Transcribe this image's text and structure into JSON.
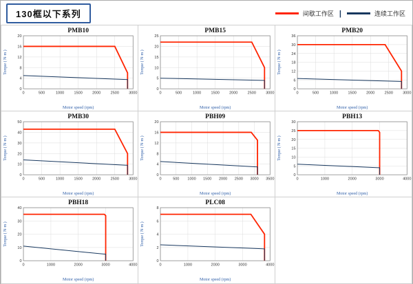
{
  "header": {
    "title": "130框以下系列",
    "legend_separator": "|",
    "legend": [
      {
        "label": "间歇工作区",
        "color": "#ff2400"
      },
      {
        "label": "连续工作区",
        "color": "#17375e"
      }
    ]
  },
  "chart_data": [
    {
      "type": "line",
      "title": "PMB10",
      "xlabel": "Motor speed (rpm)",
      "ylabel": "Torque ( N·m )",
      "xlim": [
        0,
        3000
      ],
      "ylim": [
        0,
        20
      ],
      "xticks": [
        0,
        500,
        1000,
        1500,
        2000,
        2500,
        3000
      ],
      "yticks": [
        0,
        4,
        8,
        12,
        16,
        20
      ],
      "grid": true,
      "legend_position": "none",
      "series": [
        {
          "name": "间歇工作区",
          "color": "#ff2400",
          "points": [
            [
              0,
              16
            ],
            [
              2500,
              16
            ],
            [
              2850,
              6
            ],
            [
              2850,
              0
            ]
          ]
        },
        {
          "name": "连续工作区",
          "color": "#17375e",
          "points": [
            [
              0,
              5
            ],
            [
              2800,
              3.5
            ],
            [
              2850,
              3.5
            ],
            [
              2850,
              0
            ]
          ]
        }
      ]
    },
    {
      "type": "line",
      "title": "PMB15",
      "xlabel": "Motor speed (rpm)",
      "ylabel": "Torque ( N·m )",
      "xlim": [
        0,
        3000
      ],
      "ylim": [
        0,
        25
      ],
      "xticks": [
        0,
        500,
        1000,
        1500,
        2000,
        2500,
        3000
      ],
      "yticks": [
        0,
        5,
        10,
        15,
        20,
        25
      ],
      "grid": true,
      "legend_position": "none",
      "series": [
        {
          "name": "间歇工作区",
          "color": "#ff2400",
          "points": [
            [
              0,
              22
            ],
            [
              2500,
              22
            ],
            [
              2850,
              10
            ],
            [
              2850,
              0
            ]
          ]
        },
        {
          "name": "连续工作区",
          "color": "#17375e",
          "points": [
            [
              0,
              5
            ],
            [
              2800,
              4
            ],
            [
              2850,
              4
            ],
            [
              2850,
              0
            ]
          ]
        }
      ]
    },
    {
      "type": "line",
      "title": "PMB20",
      "xlabel": "Motor speed (rpm)",
      "ylabel": "Torque ( N·m )",
      "xlim": [
        0,
        3000
      ],
      "ylim": [
        0,
        36
      ],
      "xticks": [
        0,
        500,
        1000,
        1500,
        2000,
        2500,
        3000
      ],
      "yticks": [
        0,
        6,
        12,
        18,
        24,
        30,
        36
      ],
      "grid": true,
      "legend_position": "none",
      "series": [
        {
          "name": "间歇工作区",
          "color": "#ff2400",
          "points": [
            [
              0,
              30
            ],
            [
              2400,
              30
            ],
            [
              2850,
              12
            ],
            [
              2850,
              0
            ]
          ]
        },
        {
          "name": "连续工作区",
          "color": "#17375e",
          "points": [
            [
              0,
              7
            ],
            [
              2800,
              5
            ],
            [
              2850,
              5
            ],
            [
              2850,
              0
            ]
          ]
        }
      ]
    },
    {
      "type": "line",
      "title": "PMB30",
      "xlabel": "Motor speed (rpm)",
      "ylabel": "Torque ( N·m )",
      "xlim": [
        0,
        3000
      ],
      "ylim": [
        0,
        50
      ],
      "xticks": [
        0,
        500,
        1000,
        1500,
        2000,
        2500,
        3000
      ],
      "yticks": [
        0,
        10,
        20,
        30,
        40,
        50
      ],
      "grid": true,
      "legend_position": "none",
      "series": [
        {
          "name": "间歇工作区",
          "color": "#ff2400",
          "points": [
            [
              0,
              43
            ],
            [
              2500,
              43
            ],
            [
              2850,
              20
            ],
            [
              2850,
              0
            ]
          ]
        },
        {
          "name": "连续工作区",
          "color": "#17375e",
          "points": [
            [
              0,
              14
            ],
            [
              2800,
              9
            ],
            [
              2850,
              9
            ],
            [
              2850,
              0
            ]
          ]
        }
      ]
    },
    {
      "type": "line",
      "title": "PBH09",
      "xlabel": "Motor speed (rpm)",
      "ylabel": "Torque ( N·m )",
      "xlim": [
        0,
        3500
      ],
      "ylim": [
        0,
        20
      ],
      "xticks": [
        0,
        500,
        1000,
        1500,
        2000,
        2500,
        3000,
        3500
      ],
      "yticks": [
        0,
        4,
        8,
        12,
        16,
        20
      ],
      "grid": true,
      "legend_position": "none",
      "series": [
        {
          "name": "间歇工作区",
          "color": "#ff2400",
          "points": [
            [
              0,
              16
            ],
            [
              2900,
              16
            ],
            [
              3100,
              13
            ],
            [
              3100,
              0
            ]
          ]
        },
        {
          "name": "连续工作区",
          "color": "#17375e",
          "points": [
            [
              0,
              5
            ],
            [
              3050,
              3
            ],
            [
              3100,
              3
            ],
            [
              3100,
              0
            ]
          ]
        }
      ]
    },
    {
      "type": "line",
      "title": "PBH13",
      "xlabel": "Motor speed (rpm)",
      "ylabel": "Torque ( N·m )",
      "xlim": [
        0,
        4000
      ],
      "ylim": [
        0,
        30
      ],
      "xticks": [
        0,
        1000,
        2000,
        3000,
        4000
      ],
      "yticks": [
        0,
        5,
        10,
        15,
        20,
        25,
        30
      ],
      "grid": true,
      "legend_position": "none",
      "series": [
        {
          "name": "间歇工作区",
          "color": "#ff2400",
          "points": [
            [
              0,
              25
            ],
            [
              2950,
              25
            ],
            [
              3000,
              24
            ],
            [
              3000,
              0
            ]
          ]
        },
        {
          "name": "连续工作区",
          "color": "#17375e",
          "points": [
            [
              0,
              6
            ],
            [
              2950,
              4
            ],
            [
              3000,
              4
            ],
            [
              3000,
              0
            ]
          ]
        }
      ]
    },
    {
      "type": "line",
      "title": "PBH18",
      "xlabel": "Motor speed (rpm)",
      "ylabel": "Torque ( N·m )",
      "xlim": [
        0,
        4000
      ],
      "ylim": [
        0,
        40
      ],
      "xticks": [
        0,
        1000,
        2000,
        3000,
        4000
      ],
      "yticks": [
        0,
        10,
        20,
        30,
        40
      ],
      "grid": true,
      "legend_position": "none",
      "series": [
        {
          "name": "间歇工作区",
          "color": "#ff2400",
          "points": [
            [
              0,
              35
            ],
            [
              2950,
              35
            ],
            [
              3000,
              34
            ],
            [
              3000,
              0
            ]
          ]
        },
        {
          "name": "连续工作区",
          "color": "#17375e",
          "points": [
            [
              0,
              11
            ],
            [
              2950,
              5
            ],
            [
              3000,
              5
            ],
            [
              3000,
              0
            ]
          ]
        }
      ]
    },
    {
      "type": "line",
      "title": "PLC08",
      "xlabel": "Motor speed (rpm)",
      "ylabel": "Torque ( N·m )",
      "xlim": [
        0,
        4000
      ],
      "ylim": [
        0,
        8
      ],
      "xticks": [
        0,
        1000,
        2000,
        3000,
        4000
      ],
      "yticks": [
        0,
        2,
        4,
        6,
        8
      ],
      "grid": true,
      "legend_position": "none",
      "series": [
        {
          "name": "间歇工作区",
          "color": "#ff2400",
          "points": [
            [
              0,
              7
            ],
            [
              3300,
              7
            ],
            [
              3800,
              4
            ],
            [
              3800,
              0
            ]
          ]
        },
        {
          "name": "连续工作区",
          "color": "#17375e",
          "points": [
            [
              0,
              2.4
            ],
            [
              3750,
              1.8
            ],
            [
              3800,
              1.8
            ],
            [
              3800,
              0
            ]
          ]
        }
      ]
    }
  ]
}
